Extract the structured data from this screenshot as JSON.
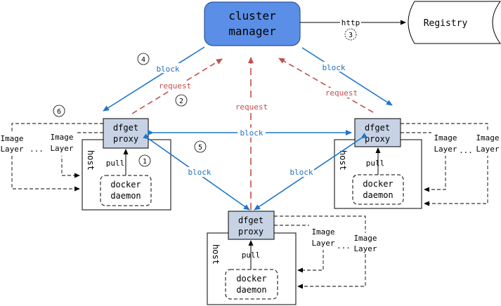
{
  "manager": {
    "line1": "cluster",
    "line2": "manager"
  },
  "registry": {
    "label": "Registry"
  },
  "proxy": {
    "line1": "dfget",
    "line2": "proxy"
  },
  "host": {
    "label": "host"
  },
  "daemon": {
    "line1": "docker",
    "line2": "daemon"
  },
  "labels": {
    "pull": "pull",
    "block": "block",
    "request": "request",
    "http": "http",
    "image": "Image",
    "layer": "Layer",
    "dots": "..."
  },
  "steps": {
    "s1": "1",
    "s2": "2",
    "s3": "3",
    "s4": "4",
    "s5": "5",
    "s6": "6"
  },
  "colors": {
    "manager_fill": "#5b8ee6",
    "proxy_fill": "#c7d3e5",
    "blue_arrow": "#1f77c8",
    "red_arrow": "#c0504d",
    "block_text": "#1f6fc0",
    "request_text": "#c0504d"
  }
}
